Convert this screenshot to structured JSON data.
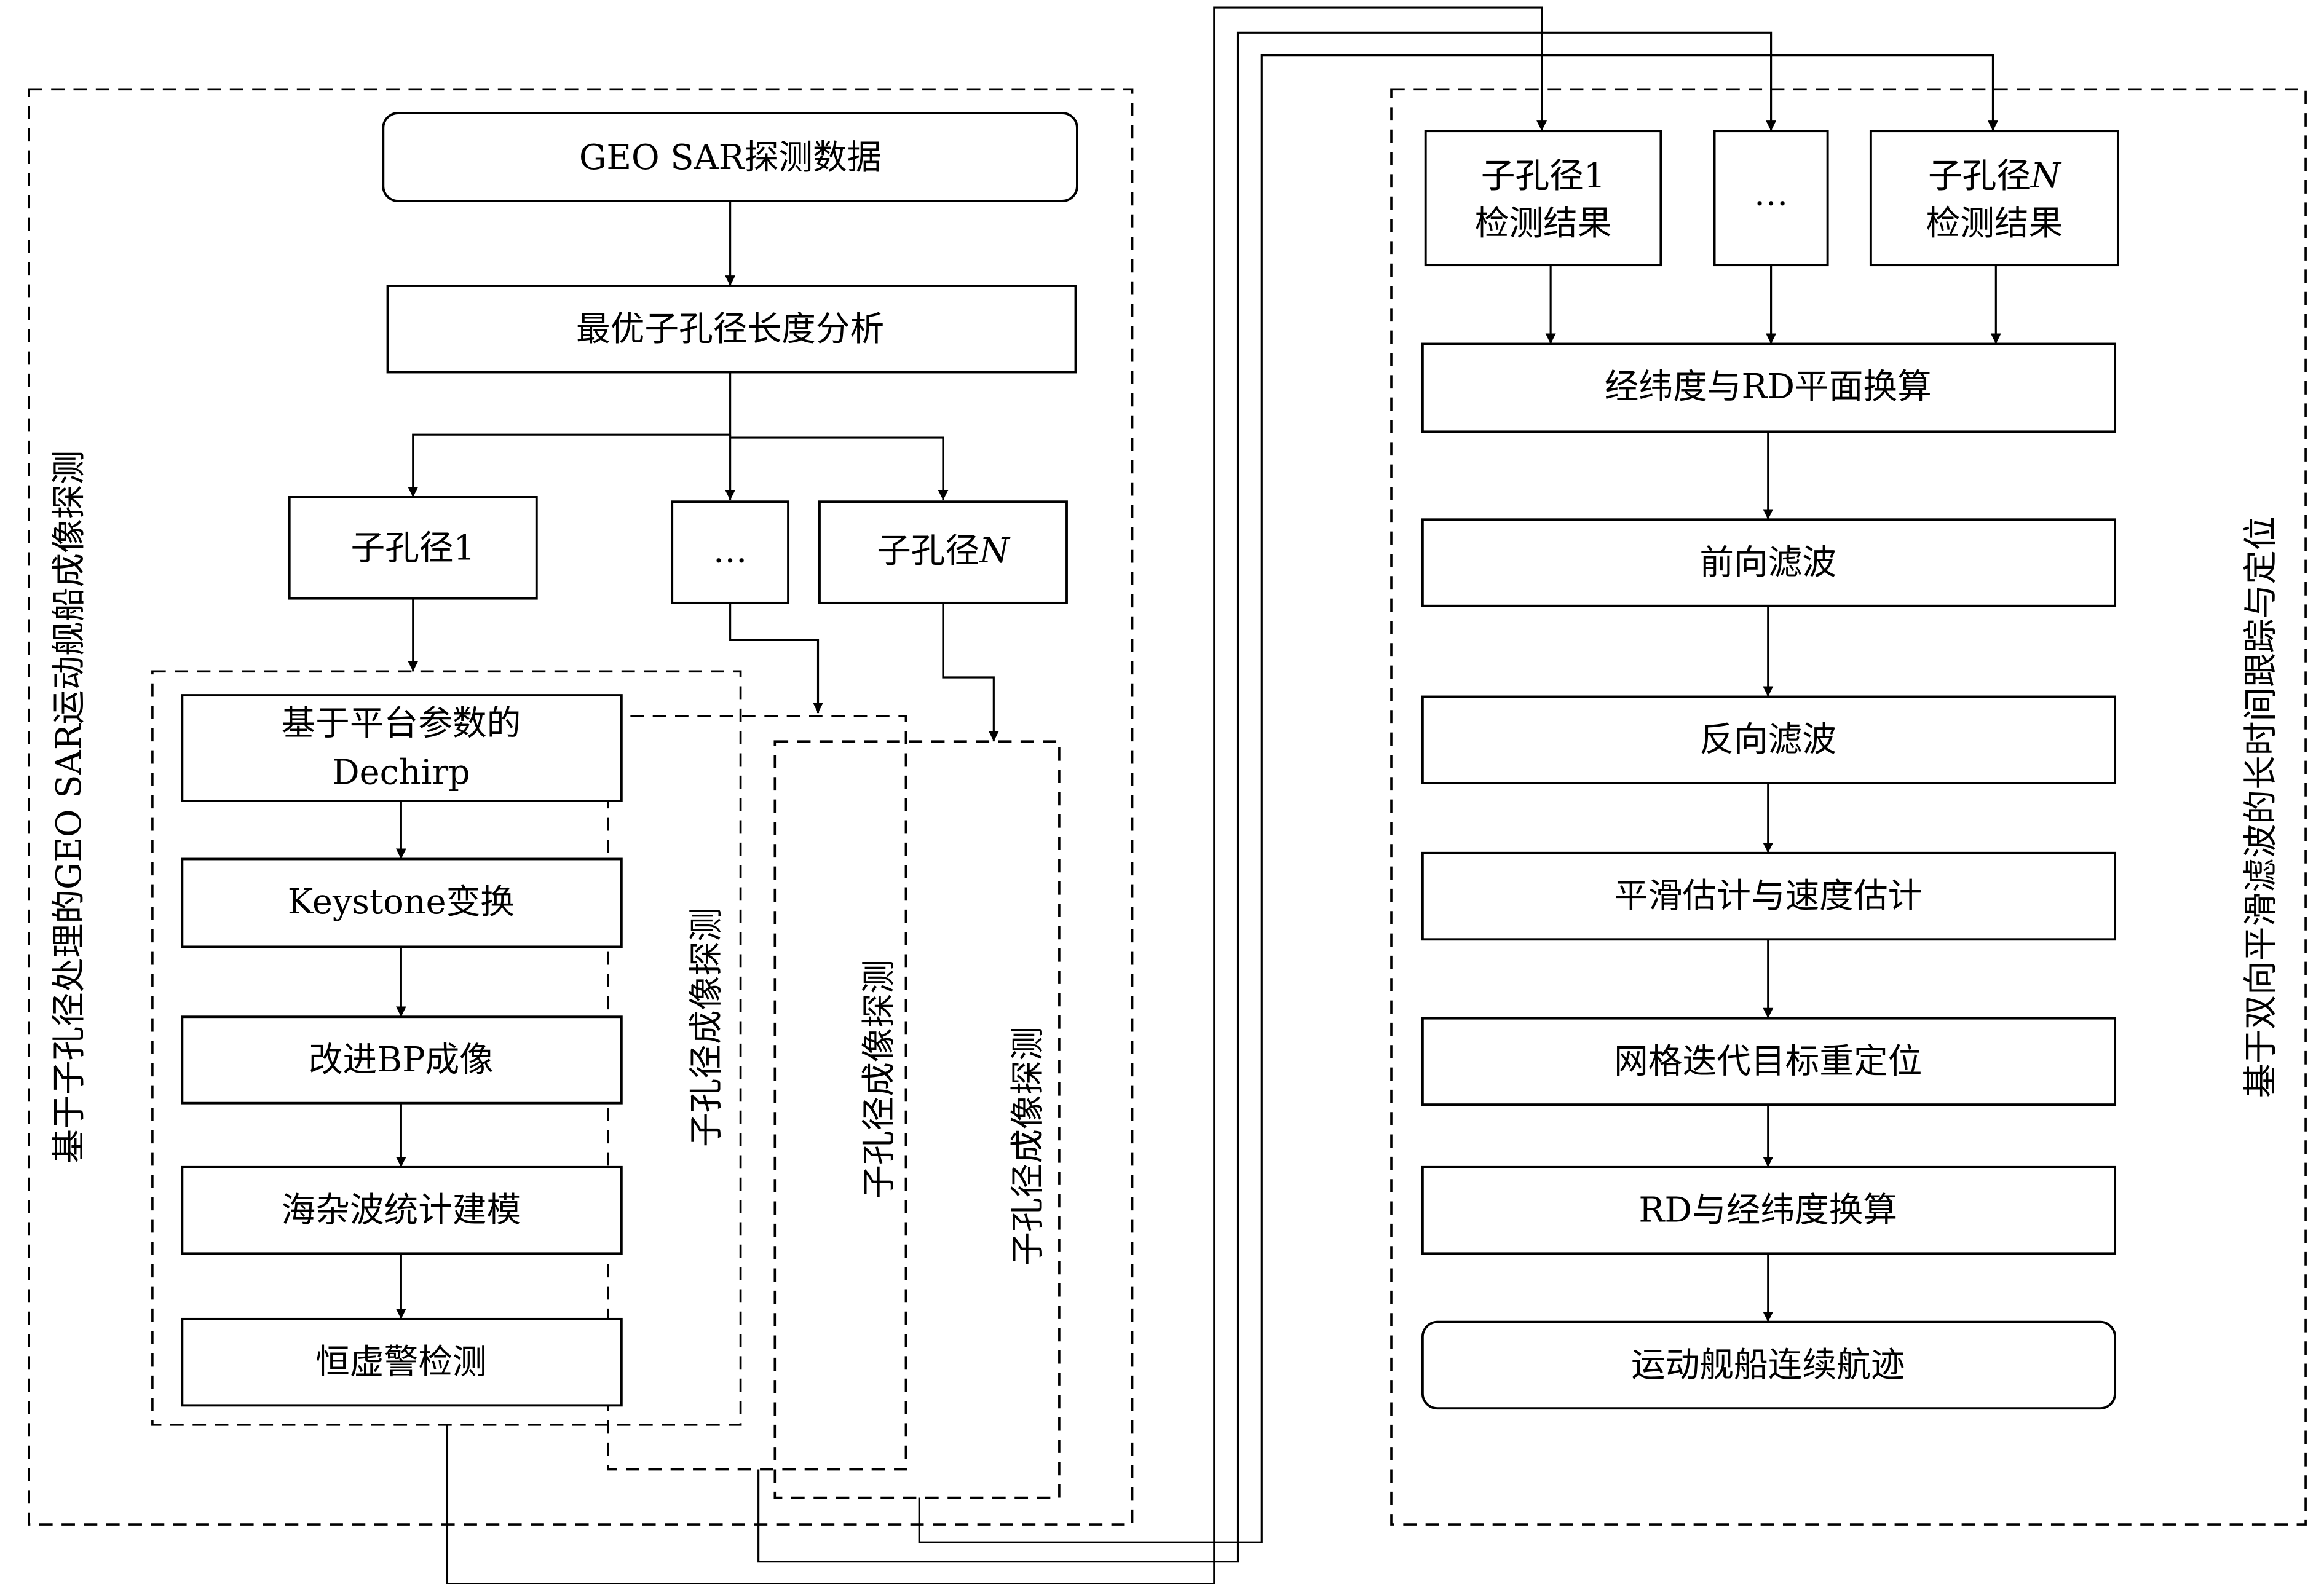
{
  "left_panel": {
    "title": "基于子孔径处理的GEO SAR运动舰船成像探测",
    "input": "GEO SAR探测数据",
    "analysis": "最优子孔径长度分析",
    "subapertures": [
      {
        "prefix": "子孔径",
        "index": "1"
      },
      {
        "ellipsis": "…"
      },
      {
        "prefix": "子孔径",
        "index": "N"
      }
    ],
    "detection_group_label": "子孔径成像探测",
    "detection_steps": [
      {
        "line1": "基于平台参数的",
        "line2": "Dechirp"
      },
      {
        "line1": "Keystone变换"
      },
      {
        "line1": "改进BP成像"
      },
      {
        "line1": "海杂波统计建模"
      },
      {
        "line1": "恒虚警检测"
      }
    ]
  },
  "right_panel": {
    "title": "基于双向平滑滤波的长时间跟踪与定位",
    "results": [
      {
        "line1_prefix": "子孔径",
        "line1_index": "1",
        "line2": "检测结果"
      },
      {
        "ellipsis": "…"
      },
      {
        "line1_prefix": "子孔径",
        "line1_index": "N",
        "line2": "检测结果"
      }
    ],
    "steps": [
      "经纬度与RD平面换算",
      "前向滤波",
      "反向滤波",
      "平滑估计与速度估计",
      "网格迭代目标重定位",
      "RD与经纬度换算",
      "运动舰船连续航迹"
    ]
  }
}
